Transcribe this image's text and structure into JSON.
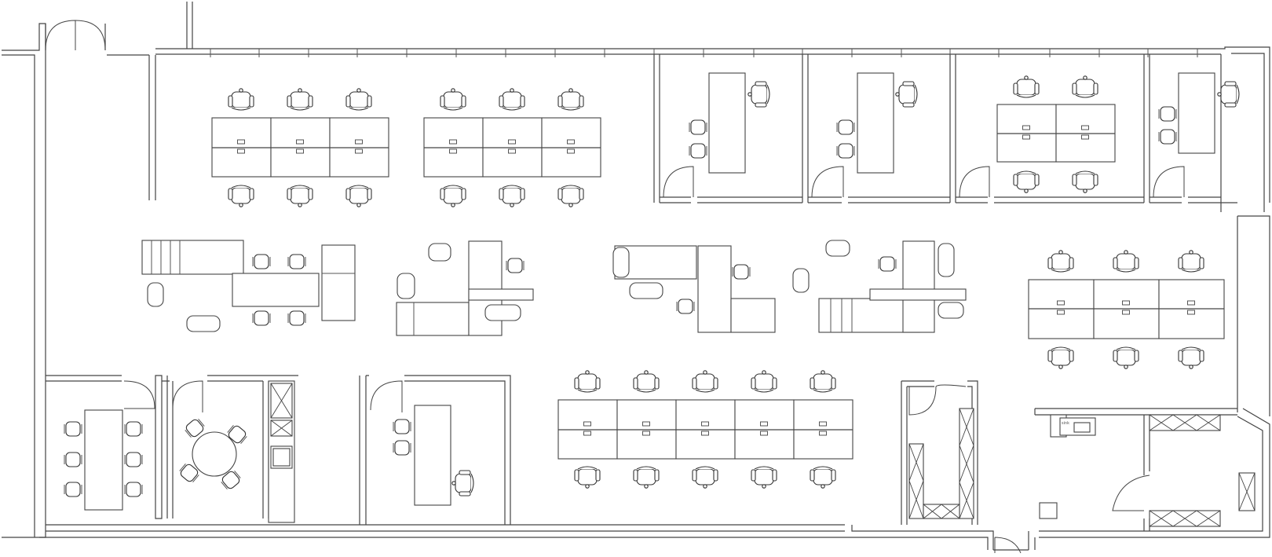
{
  "diagram": {
    "type": "office-floor-plan",
    "elements": {
      "open_workstation_clusters": 5,
      "private_offices": 6,
      "conference_rooms": 2,
      "lounge_groups": 4,
      "storage_rooms": 2,
      "kitchenette": 1
    }
  }
}
